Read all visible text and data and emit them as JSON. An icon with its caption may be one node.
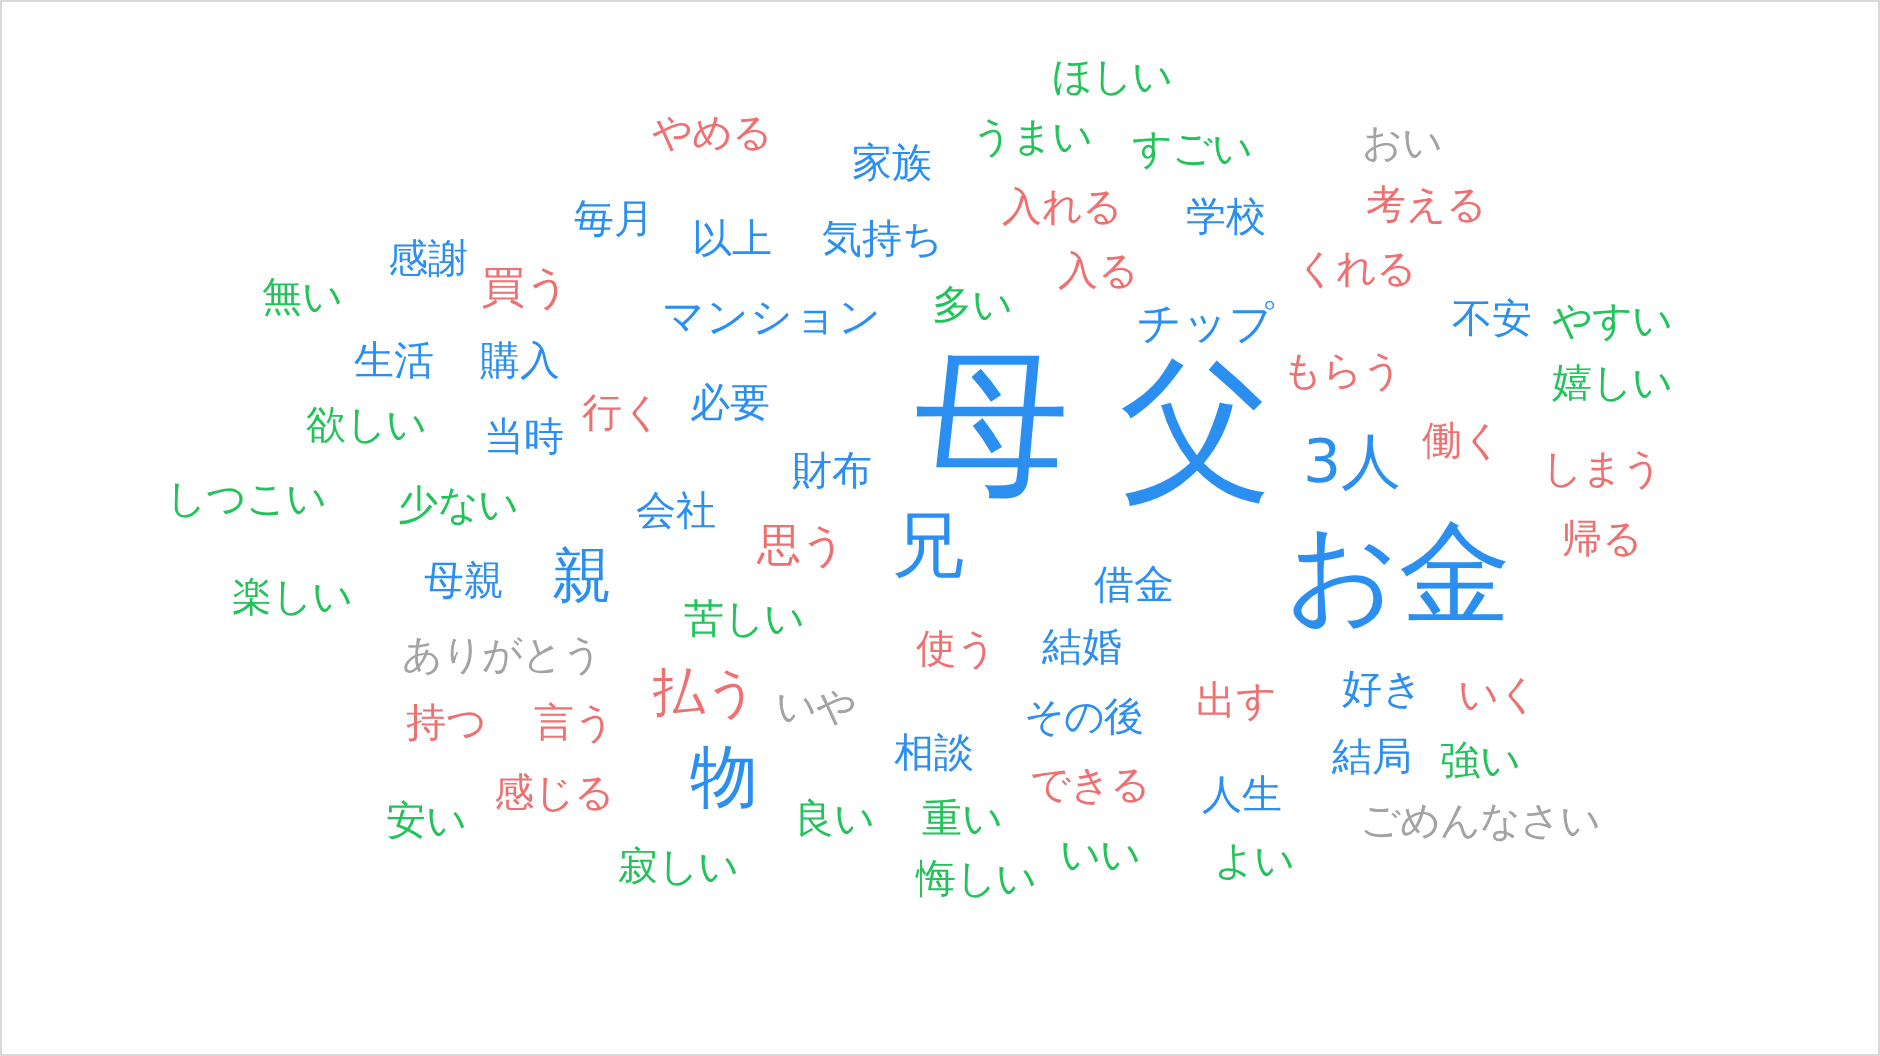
{
  "diagram": {
    "labels": [
      "ほしい",
      "やめる",
      "うまい",
      "おい",
      "すごい",
      "家族",
      "入れる",
      "考える",
      "学校",
      "毎月",
      "以上",
      "気持ち",
      "感謝",
      "入る",
      "くれる",
      "買う",
      "無い",
      "多い",
      "マンション",
      "不安",
      "やすい",
      "チップ",
      "生活",
      "購入",
      "もらう",
      "嬉しい",
      "必要",
      "行く",
      "父",
      "母",
      "当時",
      "欲しい",
      "働く",
      "財布",
      "3人",
      "しまう",
      "しつこい",
      "少ない",
      "会社",
      "帰る",
      "兄",
      "思う",
      "お金",
      "親",
      "母親",
      "借金",
      "楽しい",
      "苦しい",
      "使う",
      "結婚",
      "ありがとう",
      "好き",
      "いく",
      "払う",
      "出す",
      "いや",
      "持つ",
      "言う",
      "その後",
      "結局",
      "相談",
      "強い",
      "物",
      "できる",
      "感じる",
      "人生",
      "ごめんなさい",
      "良い",
      "重い",
      "安い",
      "いい",
      "よい",
      "寂しい",
      "悔しい"
    ]
  }
}
